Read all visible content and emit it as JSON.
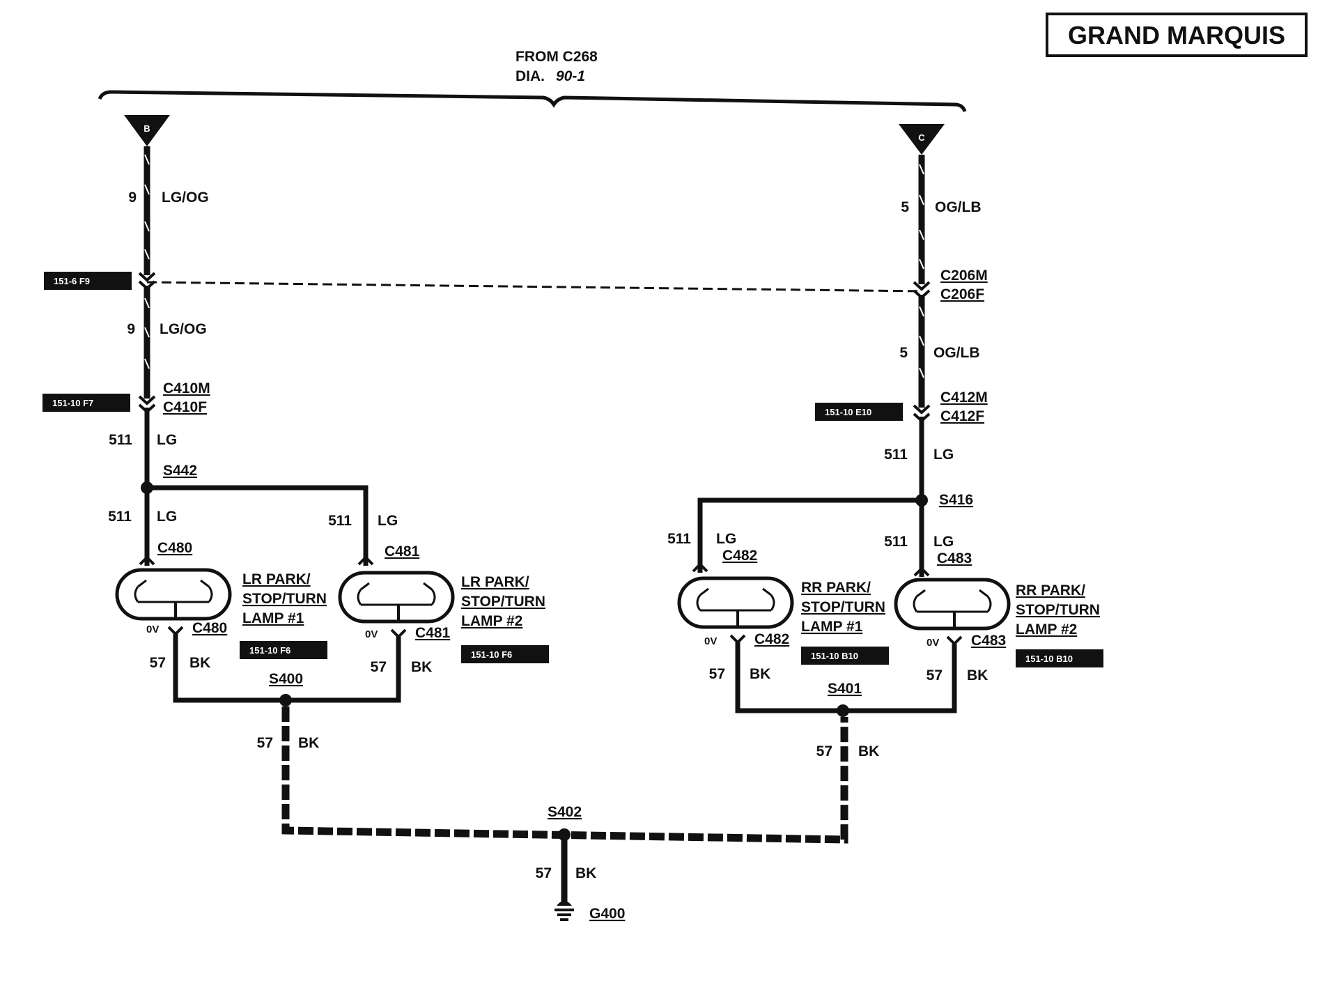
{
  "title": "GRAND MARQUIS",
  "source": {
    "line1": "FROM C268",
    "line2_prefix": "DIA.",
    "line2_ref": "90-1"
  },
  "terminals": {
    "b": "B",
    "c": "C"
  },
  "wires": {
    "left_top": {
      "circuit": "9",
      "color": "LG/OG"
    },
    "left_mid": {
      "circuit": "9",
      "color": "LG/OG"
    },
    "left_lower": {
      "circuit": "511",
      "color": "LG"
    },
    "left_branch1": {
      "circuit": "511",
      "color": "LG"
    },
    "left_branch2": {
      "circuit": "511",
      "color": "LG"
    },
    "right_top": {
      "circuit": "5",
      "color": "OG/LB"
    },
    "right_mid": {
      "circuit": "5",
      "color": "OG/LB"
    },
    "right_lower": {
      "circuit": "511",
      "color": "LG"
    },
    "right_branch1": {
      "circuit": "511",
      "color": "LG"
    },
    "right_branch2": {
      "circuit": "511",
      "color": "LG"
    },
    "gnd_lr1": {
      "circuit": "57",
      "color": "BK"
    },
    "gnd_lr2": {
      "circuit": "57",
      "color": "BK"
    },
    "gnd_rr1": {
      "circuit": "57",
      "color": "BK"
    },
    "gnd_rr2": {
      "circuit": "57",
      "color": "BK"
    },
    "gnd_left_common": {
      "circuit": "57",
      "color": "BK"
    },
    "gnd_right_common": {
      "circuit": "57",
      "color": "BK"
    },
    "gnd_final": {
      "circuit": "57",
      "color": "BK"
    }
  },
  "connectors": {
    "c206m": "C206M",
    "c206f": "C206F",
    "c410m": "C410M",
    "c410f": "C410F",
    "c412m": "C412M",
    "c412f": "C412F",
    "c480_top": "C480",
    "c481_top": "C481",
    "c482_top": "C482",
    "c483_top": "C483",
    "c480_bot": "C480",
    "c481_bot": "C481",
    "c482_bot": "C482",
    "c483_bot": "C483"
  },
  "splices": {
    "s442": "S442",
    "s416": "S416",
    "s400": "S400",
    "s401": "S401",
    "s402": "S402"
  },
  "ground": "G400",
  "voltage": "0V",
  "refs": {
    "r1": "151-6 F9",
    "r2": "151-10 F7",
    "r3": "151-10 E10",
    "r4": "151-10 F6",
    "r5": "151-10 F6",
    "r6": "151-10 B10",
    "r7": "151-10 B10"
  },
  "lamps": {
    "lr1": [
      "LR PARK/",
      "STOP/TURN",
      "LAMP #1"
    ],
    "lr2": [
      "LR PARK/",
      "STOP/TURN",
      "LAMP #2"
    ],
    "rr1": [
      "RR PARK/",
      "STOP/TURN",
      "LAMP #1"
    ],
    "rr2": [
      "RR PARK/",
      "STOP/TURN",
      "LAMP #2"
    ]
  },
  "colors": {
    "ink": "#111111",
    "paper": "#ffffff"
  }
}
